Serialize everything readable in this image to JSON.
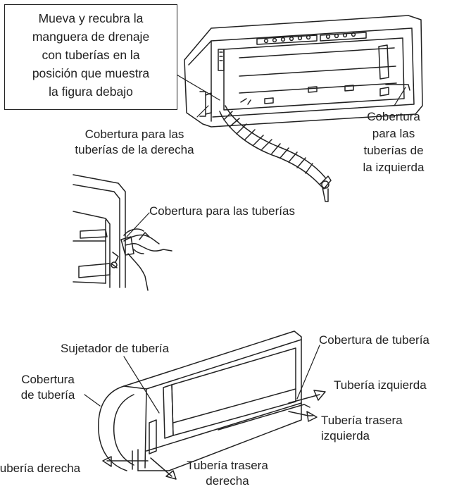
{
  "note_box": {
    "lines": [
      "Mueva y recubra la",
      "manguera de drenaje",
      "con tuberías en la",
      "posición que muestra",
      "la figura debajo"
    ]
  },
  "labels": {
    "right_cover": [
      "Cobertura para las",
      "tuberías de la derecha"
    ],
    "left_cover": [
      "Cobertura",
      "para las",
      "tuberías de",
      "la izquierda"
    ],
    "pipe_cover": "Cobertura para las tuberías",
    "clip": "Sujetador de tubería",
    "pipe_cover_top": "Cobertura de tubería",
    "pipe_cover_side": [
      "Cobertura",
      "de tubería"
    ],
    "left_pipe": "Tubería izquierda",
    "rear_left": [
      "Tubería trasera",
      "izquierda"
    ],
    "right_pipe": "Tubería derecha",
    "rear_right": [
      "Tubería trasera",
      "derecha"
    ]
  }
}
